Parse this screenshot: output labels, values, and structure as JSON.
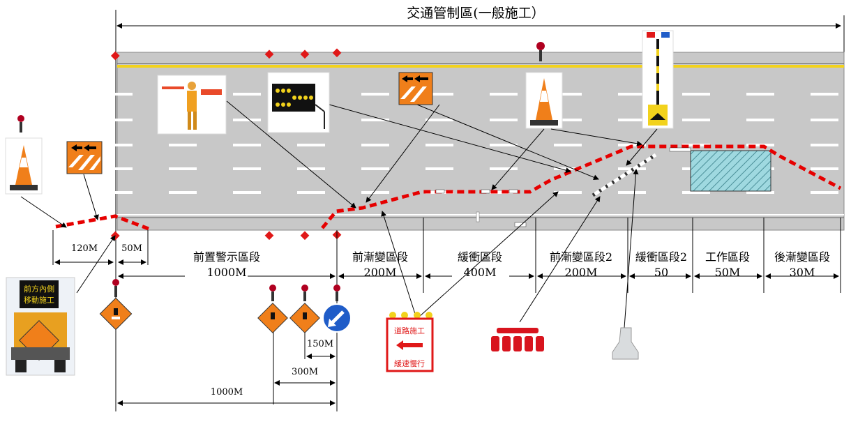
{
  "title": "交通管制區(一般施工）",
  "sections": [
    {
      "name": "前置警示區段",
      "length": "1000M"
    },
    {
      "name": "前漸變區段",
      "length": "200M"
    },
    {
      "name": "緩衝區段",
      "length": "400M"
    },
    {
      "name": "前漸變區段2",
      "length": "200M"
    },
    {
      "name": "緩衝區段2",
      "length": "50"
    },
    {
      "name": "工作區段",
      "length": "50M"
    },
    {
      "name": "後漸變區段",
      "length": "30M"
    }
  ],
  "left_dims": {
    "d1": "120M",
    "d2": "50M"
  },
  "bottom_dims": {
    "d1": "150M",
    "d2": "300M",
    "d3": "1000M"
  },
  "truck_sign": {
    "line1": "前方內側",
    "line2": "移動施工"
  },
  "road_work_sign": {
    "line1": "道路施工",
    "line2": "緩速慢行"
  },
  "colors": {
    "road": "#c8c8c8",
    "center_line": "#f2d21c",
    "taper": "#e60000",
    "work_zone": "#9fd9e0",
    "sign_orange": "#f07f1a",
    "blue_sign": "#1f5cc8"
  },
  "icons": [
    "traffic-cone-icon",
    "arrow-board-icon",
    "flagger-icon",
    "led-arrow-board-icon",
    "warning-light-icon",
    "light-pole-icon",
    "diamond-work-sign-icon",
    "keep-left-sign-icon",
    "crash-truck-icon",
    "road-work-sign-icon",
    "barrier-lights-icon",
    "jersey-barrier-icon"
  ]
}
